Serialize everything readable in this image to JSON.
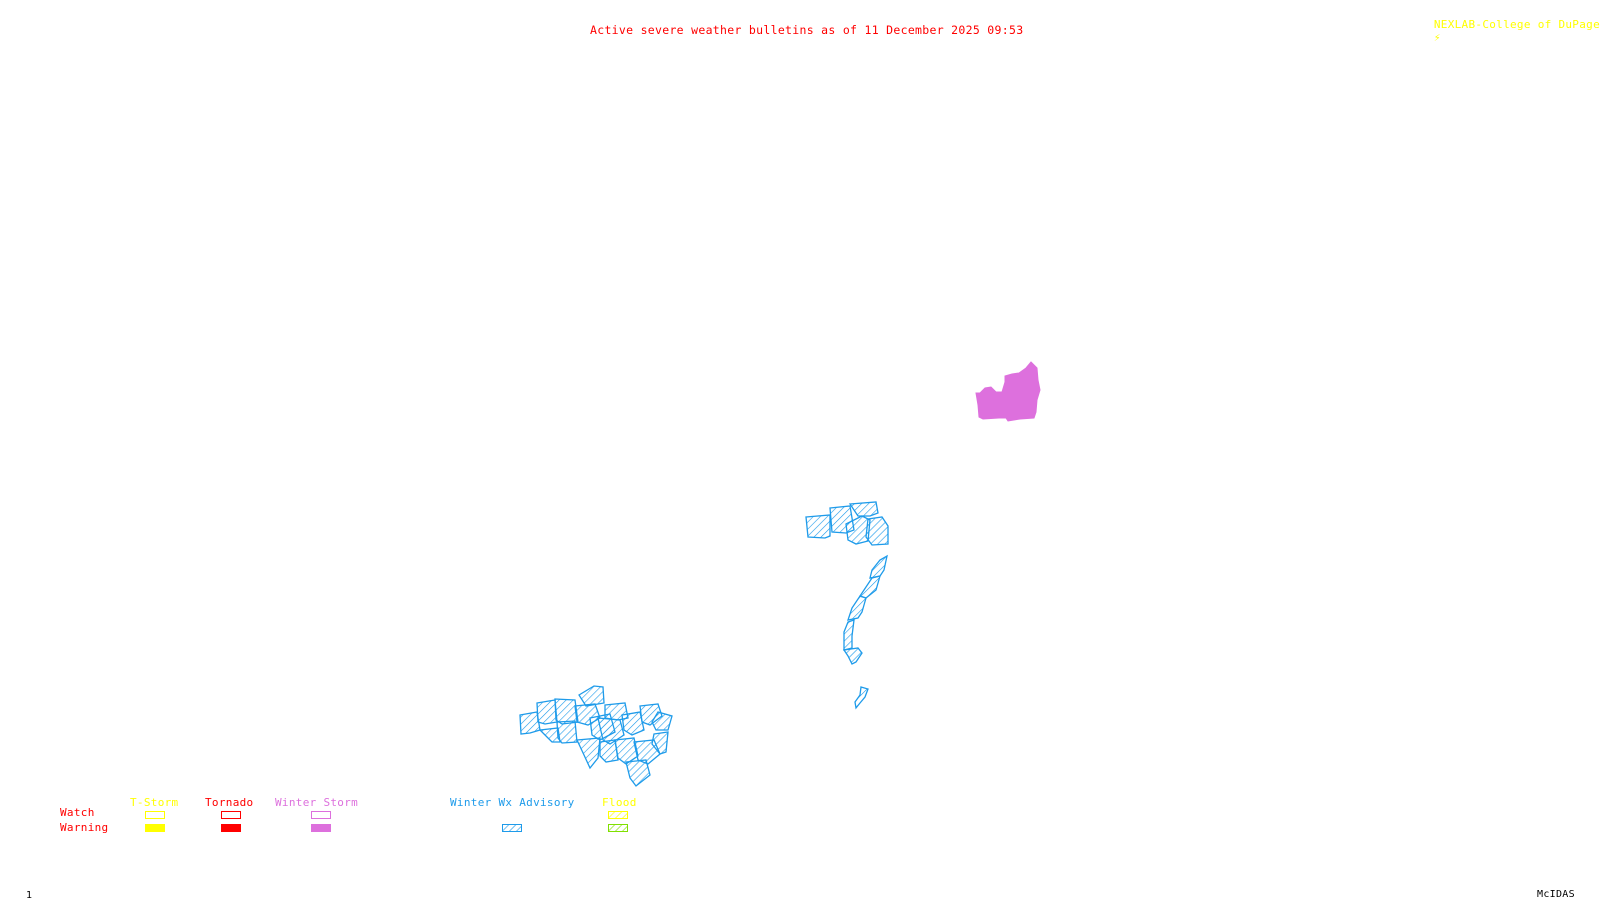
{
  "header": {
    "title": "Active severe weather bulletins as of 11 December 2025 09:53",
    "credit": "NEXLAB-College of DuPage",
    "credit_icon": "nexlab-logo-icon"
  },
  "colors": {
    "title": "#ff0000",
    "credit": "#ffff00",
    "tstorm": "#ffff00",
    "tornado": "#ff0000",
    "winter_storm": "#dd70dd",
    "winter_wx_advisory": "#1e9bea",
    "flood_watch": "#ffff00",
    "flood_warning": "#80e000",
    "footer": "#000000"
  },
  "map": {
    "regions": [
      {
        "name": "winter-storm-warning-region",
        "type": "Winter Storm Warning"
      },
      {
        "name": "winter-wx-advisory-region-north",
        "type": "Winter Wx Advisory"
      },
      {
        "name": "winter-wx-advisory-region-chain",
        "type": "Winter Wx Advisory"
      },
      {
        "name": "winter-wx-advisory-region-small",
        "type": "Winter Wx Advisory"
      },
      {
        "name": "winter-wx-advisory-region-southwest",
        "type": "Winter Wx Advisory"
      }
    ]
  },
  "legend": {
    "row_watch": "Watch",
    "row_warning": "Warning",
    "columns": [
      {
        "label": "T-Storm",
        "watch": "outline",
        "warning": "solid"
      },
      {
        "label": "Tornado",
        "watch": "outline",
        "warning": "solid"
      },
      {
        "label": "Winter Storm",
        "watch": "outline",
        "warning": "solid"
      },
      {
        "label": "Winter Wx Advisory",
        "watch": "none",
        "warning": "hatched"
      },
      {
        "label": "Flood",
        "watch": "hatched",
        "warning": "hatched"
      }
    ]
  },
  "footer": {
    "frame_number": "1",
    "software": "McIDAS"
  }
}
